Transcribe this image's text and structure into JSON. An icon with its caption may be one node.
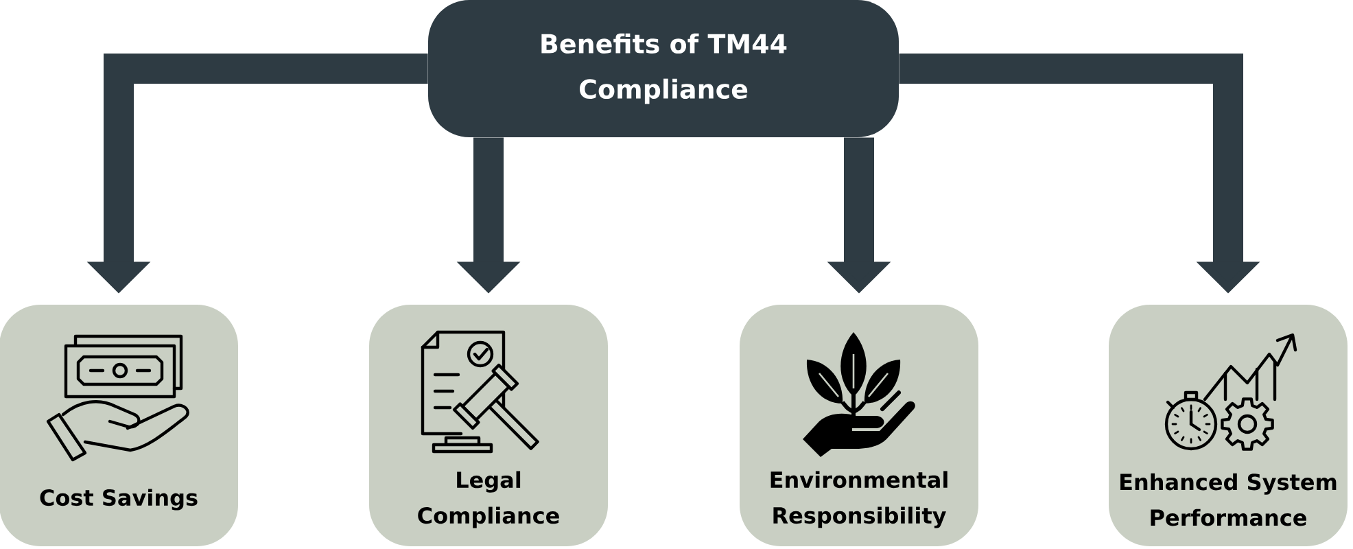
{
  "diagram": {
    "nodes": [
      {
        "text": [
          "Benefits of TM44 Compliance"
        ]
      },
      {
        "text": [
          "Cost Savings"
        ]
      },
      {
        "text": [
          "Legal Compliance"
        ]
      },
      {
        "text": [
          "Environmental Responsibility"
        ]
      },
      {
        "text": [
          "Enhanced System Performance"
        ]
      }
    ],
    "edges": [
      {
        "from": 0,
        "to": 1,
        "arrow": "to"
      },
      {
        "from": 0,
        "to": 2,
        "arrow": "to"
      },
      {
        "from": 0,
        "to": 3,
        "arrow": "to"
      },
      {
        "from": 0,
        "to": 4,
        "arrow": "to"
      }
    ]
  }
}
